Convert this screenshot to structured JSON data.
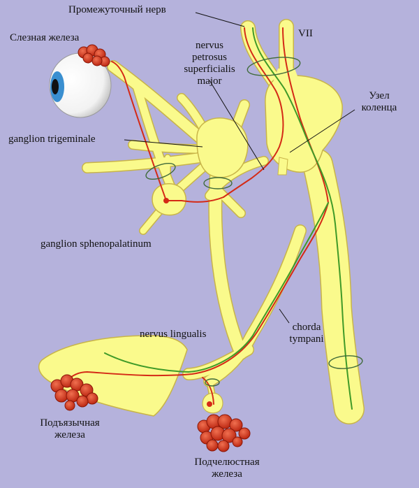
{
  "labels": {
    "intermediate_nerve": "Промежуточный нерв",
    "lacrimal_gland": "Слезная железа",
    "nervus_petrosus": [
      "nervus",
      "petrosus",
      "superficialis",
      "major"
    ],
    "facial_nerve": "VII",
    "geniculate_ganglion": [
      "Узел",
      "коленца"
    ],
    "ganglion_trigeminale": "ganglion trigeminale",
    "ganglion_sphenopalatinum": "ganglion sphenopalatinum",
    "nervus_lingualis": "nervus lingualis",
    "chorda_tympani": [
      "chorda",
      "tympani"
    ],
    "sublingual_gland": [
      "Подъязычная",
      "железа"
    ],
    "submandibular_gland": [
      "Подчелюстная",
      "железа"
    ]
  },
  "colors": {
    "background": "#b5b2dc",
    "nerve_fill": "#fafa8c",
    "nerve_outline": "#c8b448",
    "parasympathetic_fiber": "#d42a16",
    "sensory_fiber": "#3f9a28",
    "gland": "#d8361e",
    "eye_iris": "#3a8fd0"
  }
}
